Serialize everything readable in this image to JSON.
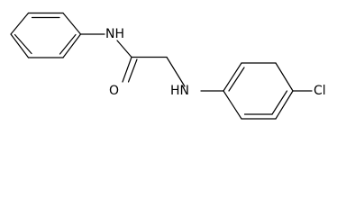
{
  "molecule": {
    "labels": {
      "nh_amide": "NH",
      "oxygen": "O",
      "nh_amine": "HN",
      "chlorine": "Cl"
    }
  }
}
